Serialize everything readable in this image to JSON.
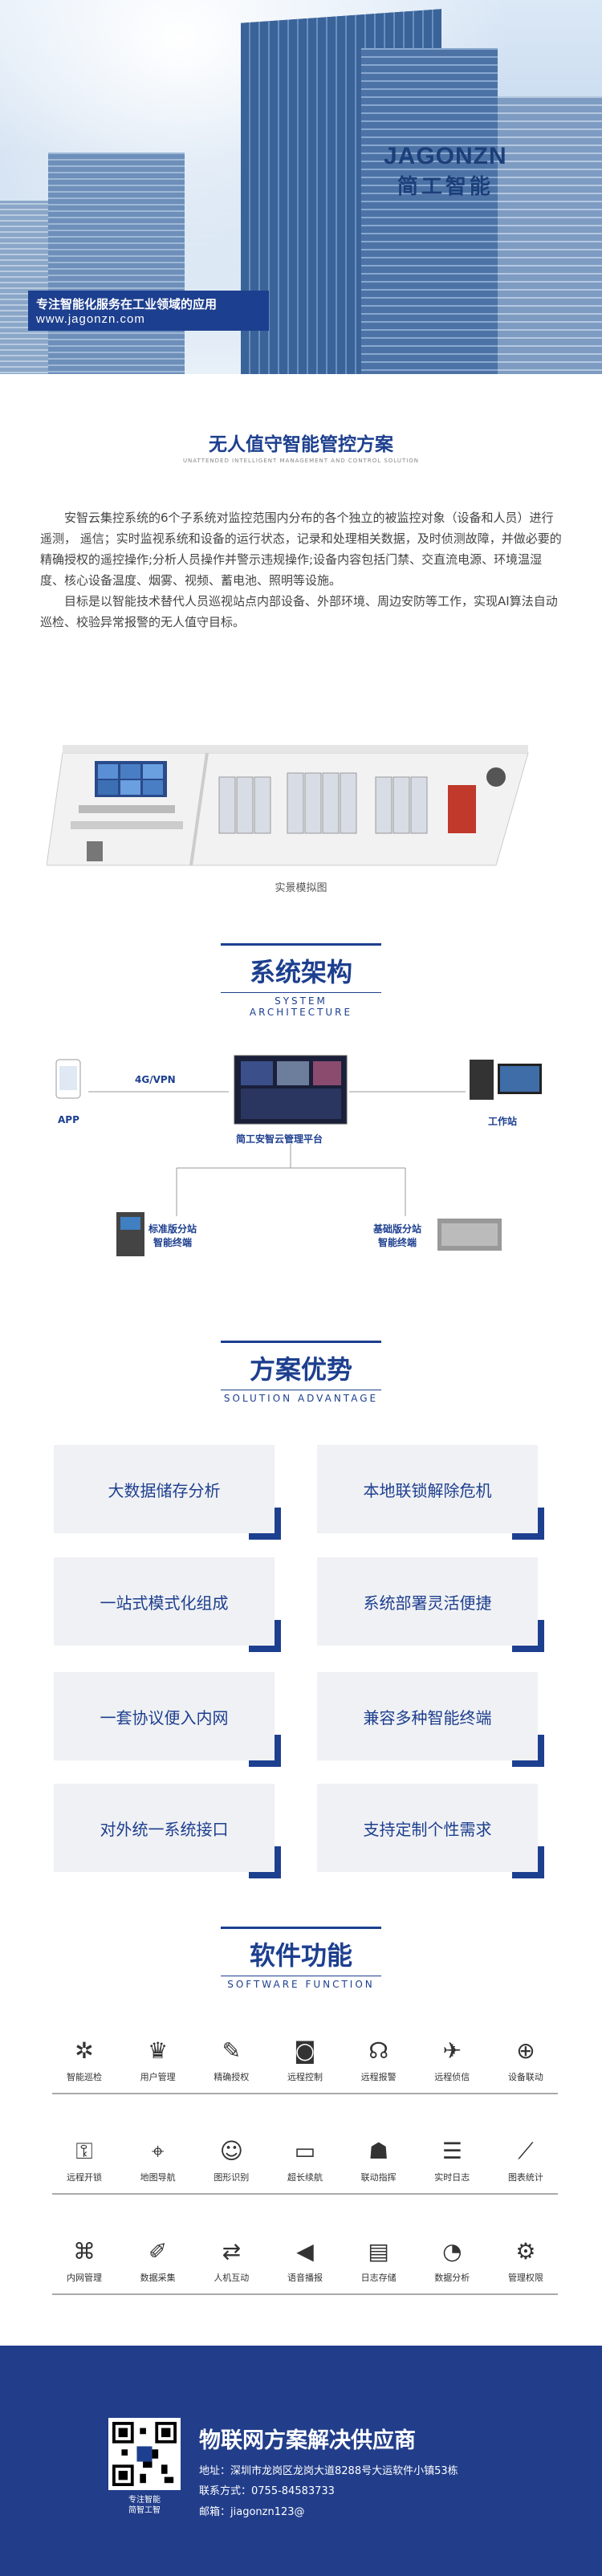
{
  "hero": {
    "logo_en": "JAGONZN",
    "logo_cn": "简工智能",
    "slogan": "专注智能化服务在工业领域的应用",
    "website": "www.jagonzn.com"
  },
  "section_intro": {
    "title": "无人值守智能管控方案",
    "subtitle": "UNATTENDED INTELLIGENT MANAGEMENT AND CONTROL SOLUTION",
    "para1": "安智云集控系统的6个子系统对监控范围内分布的各个独立的被监控对象（设备和人员）进行遥测， 遥信；实时监视系统和设备的运行状态，记录和处理相关数据，及时侦测故障，并做必要的精确授权的遥控操作;分析人员操作并警示违规操作;设备内容包括门禁、交直流电源、环境温湿度、核心设备温度、烟雾、视频、蓄电池、照明等设施。",
    "para2": "目标是以智能技术替代人员巡视站点内部设备、外部环境、周边安防等工作，实现AI算法自动巡检、校验异常报警的无人值守目标。",
    "scene_caption": "实景模拟图"
  },
  "section_arch": {
    "title": "系统架构",
    "subtitle": "SYSTEM ARCHITECTURE",
    "app_label": "APP",
    "link_label": "4G/VPN",
    "platform_label": "简工安智云管理平台",
    "workstation_label": "工作站",
    "terminal_std_l1": "标准版分站",
    "terminal_std_l2": "智能终端",
    "terminal_base_l1": "基础版分站",
    "terminal_base_l2": "智能终端"
  },
  "section_adv": {
    "title": "方案优势",
    "subtitle": "SOLUTION ADVANTAGE",
    "items": [
      "大数据储存分析",
      "本地联锁解除危机",
      "一站式模式化组成",
      "系统部署灵活便捷",
      "一套协议便入内网",
      "兼容多种智能终端",
      "对外统一系统接口",
      "支持定制个性需求"
    ]
  },
  "section_func": {
    "title": "软件功能",
    "subtitle": "SOFTWARE FUNCTION",
    "row1": [
      "智能巡检",
      "用户管理",
      "精确授权",
      "远程控制",
      "远程报警",
      "远程侦信",
      "设备联动"
    ],
    "row2": [
      "远程开锁",
      "地图导航",
      "图形识别",
      "超长续航",
      "联动指挥",
      "实时日志",
      "图表统计"
    ],
    "row3": [
      "内网管理",
      "数据采集",
      "人机互动",
      "语音播报",
      "日志存储",
      "数据分析",
      "管理权限"
    ]
  },
  "footer": {
    "qr_caption_l1": "专注智能",
    "qr_caption_l2": "简智工智",
    "title": "物联网方案解决供应商",
    "address": "地址：深圳市龙岗区龙岗大道8288号大运软件小镇53栋",
    "phone": "联系方式：0755-84583733",
    "email": "邮箱：jiagonzn123@"
  },
  "colors": {
    "primary": "#1d3f8f",
    "footer": "#223e8b",
    "box": "#f0f1f4"
  }
}
